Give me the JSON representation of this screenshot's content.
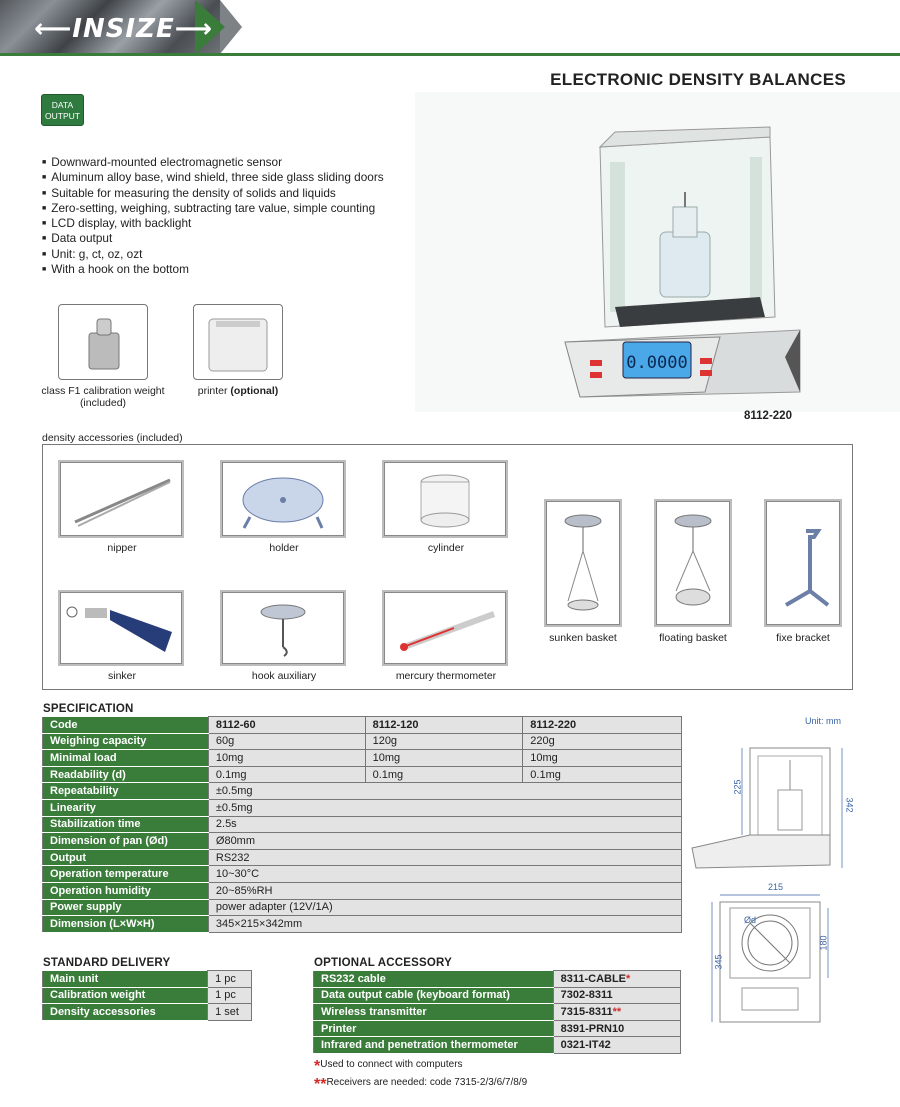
{
  "header": {
    "logo": "⟵INSIZE⟶",
    "title": "ELECTRONIC DENSITY BALANCES"
  },
  "badge": {
    "line1": "DATA",
    "line2": "OUTPUT"
  },
  "features": [
    "Downward-mounted electromagnetic sensor",
    "Aluminum alloy base, wind shield, three side glass sliding doors",
    "Suitable for measuring the density of solids and liquids",
    "Zero-setting, weighing, subtracting tare value, simple counting",
    "LCD display, with backlight",
    "Data output",
    "Unit: g, ct, oz, ozt",
    "With a hook on the bottom"
  ],
  "product": {
    "display": "0.0000",
    "model": "8112-220"
  },
  "extras": {
    "weight_cap_1": "class F1 calibration weight",
    "weight_cap_2": "(included)",
    "printer_cap": "printer",
    "printer_opt": "(optional)"
  },
  "accessories": {
    "title": "density accessories (included)",
    "items": [
      "nipper",
      "holder",
      "cylinder",
      "sinker",
      "hook auxiliary",
      "mercury thermometer",
      "sunken basket",
      "floating basket",
      "fixe bracket"
    ]
  },
  "spec": {
    "title": "SPECIFICATION",
    "rows": [
      [
        "Code",
        "8112-60",
        "8112-120",
        "8112-220"
      ],
      [
        "Weighing capacity",
        "60g",
        "120g",
        "220g"
      ],
      [
        "Minimal load",
        "10mg",
        "10mg",
        "10mg"
      ],
      [
        "Readability (d)",
        "0.1mg",
        "0.1mg",
        "0.1mg"
      ]
    ],
    "merged": [
      [
        "Repeatability",
        "±0.5mg"
      ],
      [
        "Linearity",
        "±0.5mg"
      ],
      [
        "Stabilization time",
        "2.5s"
      ],
      [
        "Dimension of pan (Ød)",
        "Ø80mm"
      ],
      [
        "Output",
        "RS232"
      ],
      [
        "Operation temperature",
        "10~30°C"
      ],
      [
        "Operation humidity",
        "20~85%RH"
      ],
      [
        "Power supply",
        "power adapter (12V/1A)"
      ],
      [
        "Dimension (L×W×H)",
        "345×215×342mm"
      ]
    ]
  },
  "diagram": {
    "unit": "Unit: mm",
    "d225": "225",
    "d342": "342",
    "d215": "215",
    "d180": "180",
    "d345": "345",
    "dOd": "Ød"
  },
  "standard": {
    "title": "STANDARD DELIVERY",
    "rows": [
      [
        "Main unit",
        "1 pc"
      ],
      [
        "Calibration weight",
        "1 pc"
      ],
      [
        "Density accessories",
        "1 set"
      ]
    ]
  },
  "optional": {
    "title": "OPTIONAL ACCESSORY",
    "rows": [
      [
        "RS232 cable",
        "8311-CABLE",
        "*"
      ],
      [
        "Data output cable (keyboard format)",
        "7302-8311",
        ""
      ],
      [
        "Wireless transmitter",
        "7315-8311",
        "**"
      ],
      [
        "Printer",
        "8391-PRN10",
        ""
      ],
      [
        "Infrared and penetration thermometer",
        "0321-IT42",
        ""
      ]
    ]
  },
  "notes": {
    "n1_mark": "*",
    "n1": "Used to connect with computers",
    "n2_mark": "**",
    "n2": "Receivers are needed: code 7315-2/3/6/7/8/9"
  }
}
